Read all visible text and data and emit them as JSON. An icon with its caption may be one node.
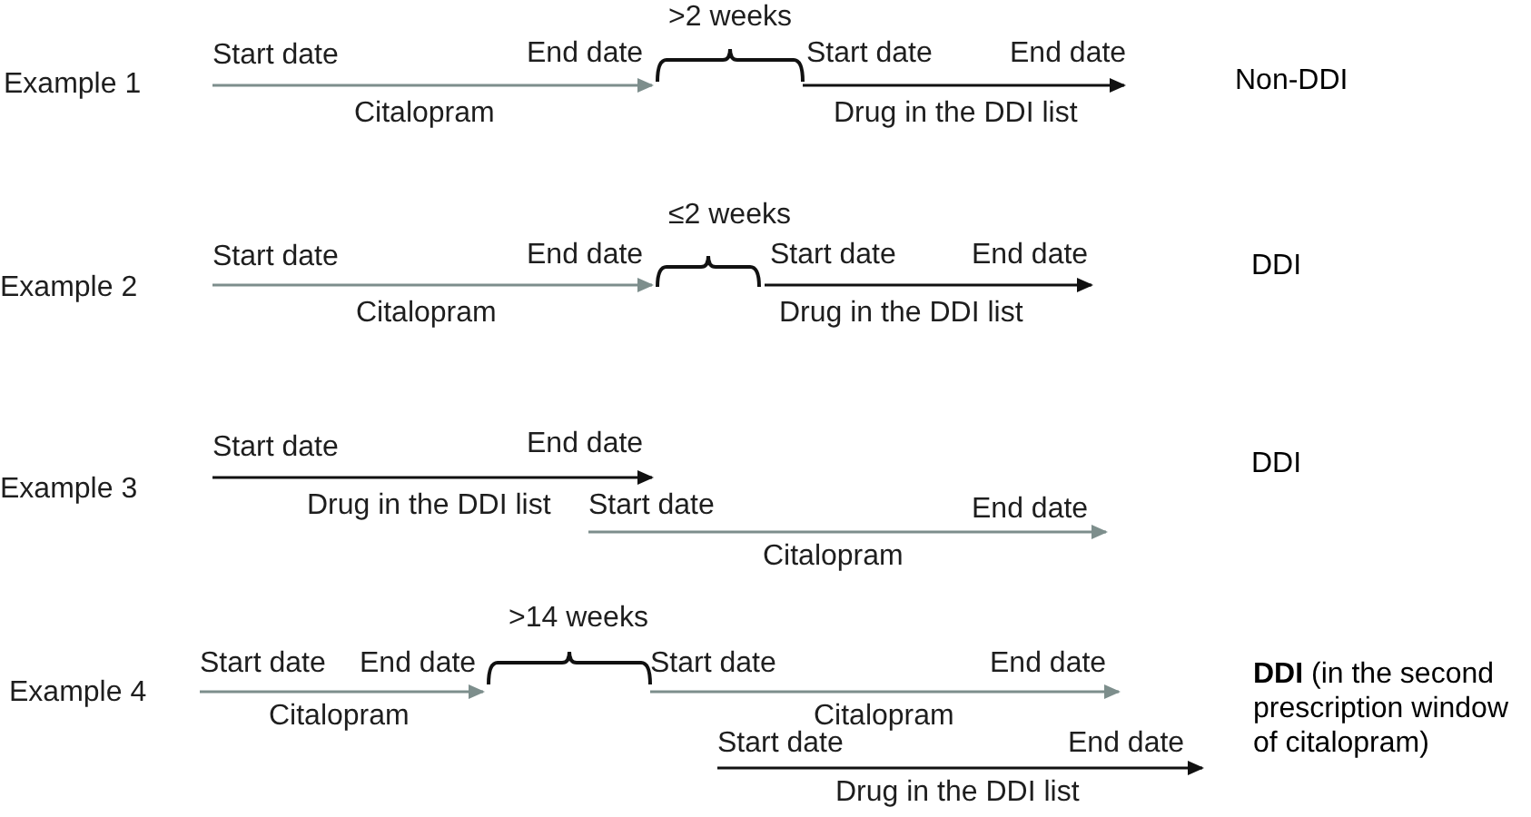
{
  "diagram": {
    "labels": [
      ">2 weeks",
      "Start date",
      "End date",
      "Start date",
      "End date",
      "Example 1",
      "Non-DDI",
      "Citalopram",
      "Drug in the DDI list",
      "≤2 weeks",
      "Start date",
      "End date",
      "Start date",
      "End date",
      "Example 2",
      "DDI",
      "Citalopram",
      "Drug in the DDI list",
      "Start date",
      "End date",
      "DDI",
      "Example 3",
      "Drug in the DDI list",
      "Start date",
      "End date",
      "Citalopram",
      ">14 weeks",
      "Start date",
      "End date",
      "Start date",
      "End date",
      "**DDI** (in the second prescription window of citalopram)",
      "Example 4",
      "Citalopram",
      "Citalopram",
      "Start date",
      "End date",
      "Drug in the DDI list"
    ]
  }
}
